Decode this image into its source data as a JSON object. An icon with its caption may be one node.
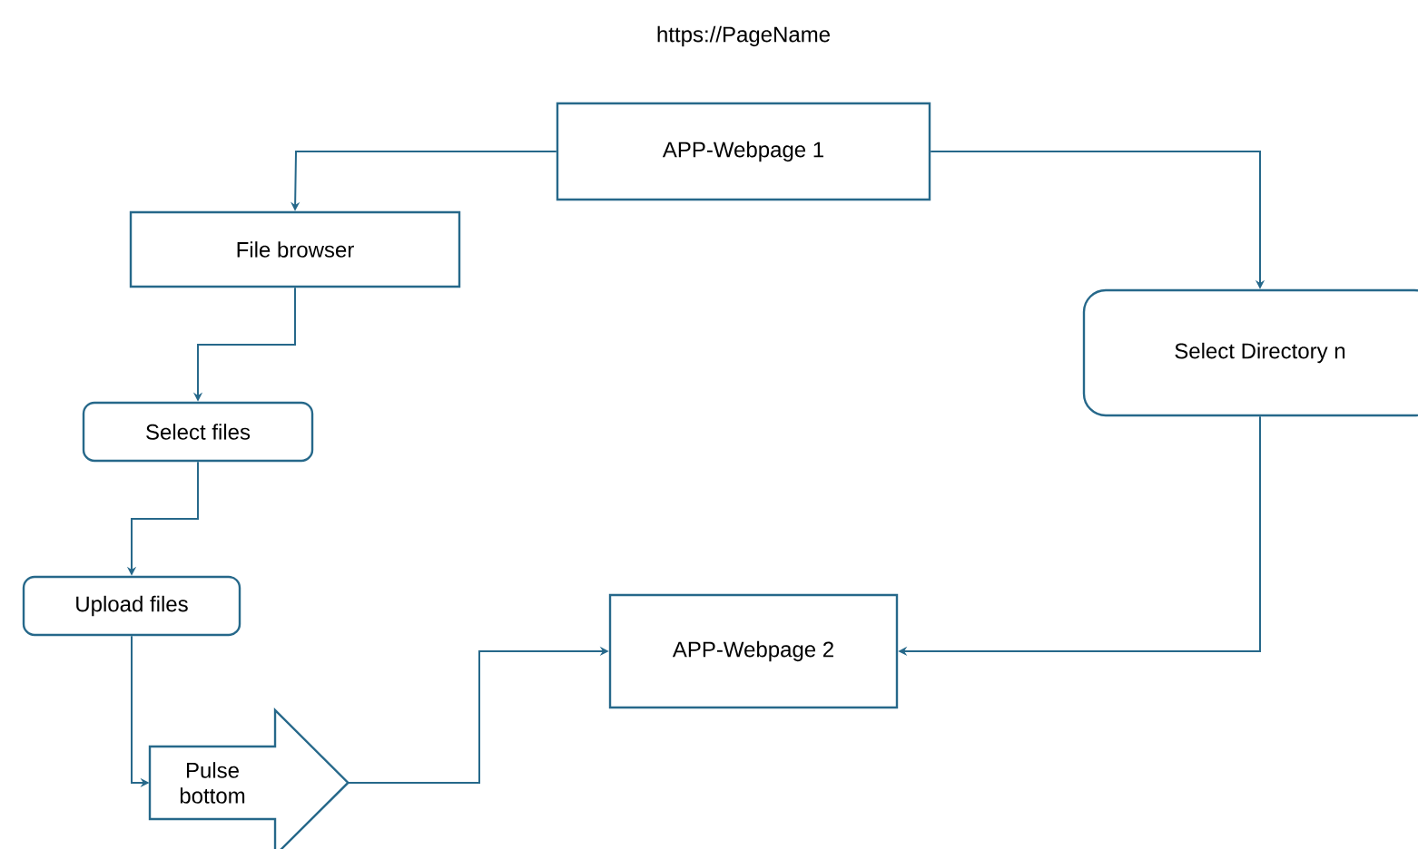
{
  "diagram": {
    "title": "https://PageName",
    "nodes": [
      {
        "text": [
          "APP-Webpage 1"
        ]
      },
      {
        "text": [
          "File browser"
        ]
      },
      {
        "text": [
          "Select files"
        ]
      },
      {
        "text": [
          "Upload files"
        ]
      },
      {
        "text": [
          "Pulse bottom"
        ]
      },
      {
        "text": [
          "APP-Webpage 2"
        ]
      },
      {
        "text": [
          "Select Directory n"
        ]
      }
    ],
    "edges": [
      {
        "from": 0,
        "to": 1,
        "arrow": "to"
      },
      {
        "from": 1,
        "to": 2,
        "arrow": "to"
      },
      {
        "from": 2,
        "to": 3,
        "arrow": "to"
      },
      {
        "from": 3,
        "to": 4,
        "arrow": "to"
      },
      {
        "from": 4,
        "to": 5,
        "arrow": "to"
      },
      {
        "from": 0,
        "to": 6,
        "arrow": "to"
      },
      {
        "from": 6,
        "to": 5,
        "arrow": "to"
      }
    ]
  }
}
